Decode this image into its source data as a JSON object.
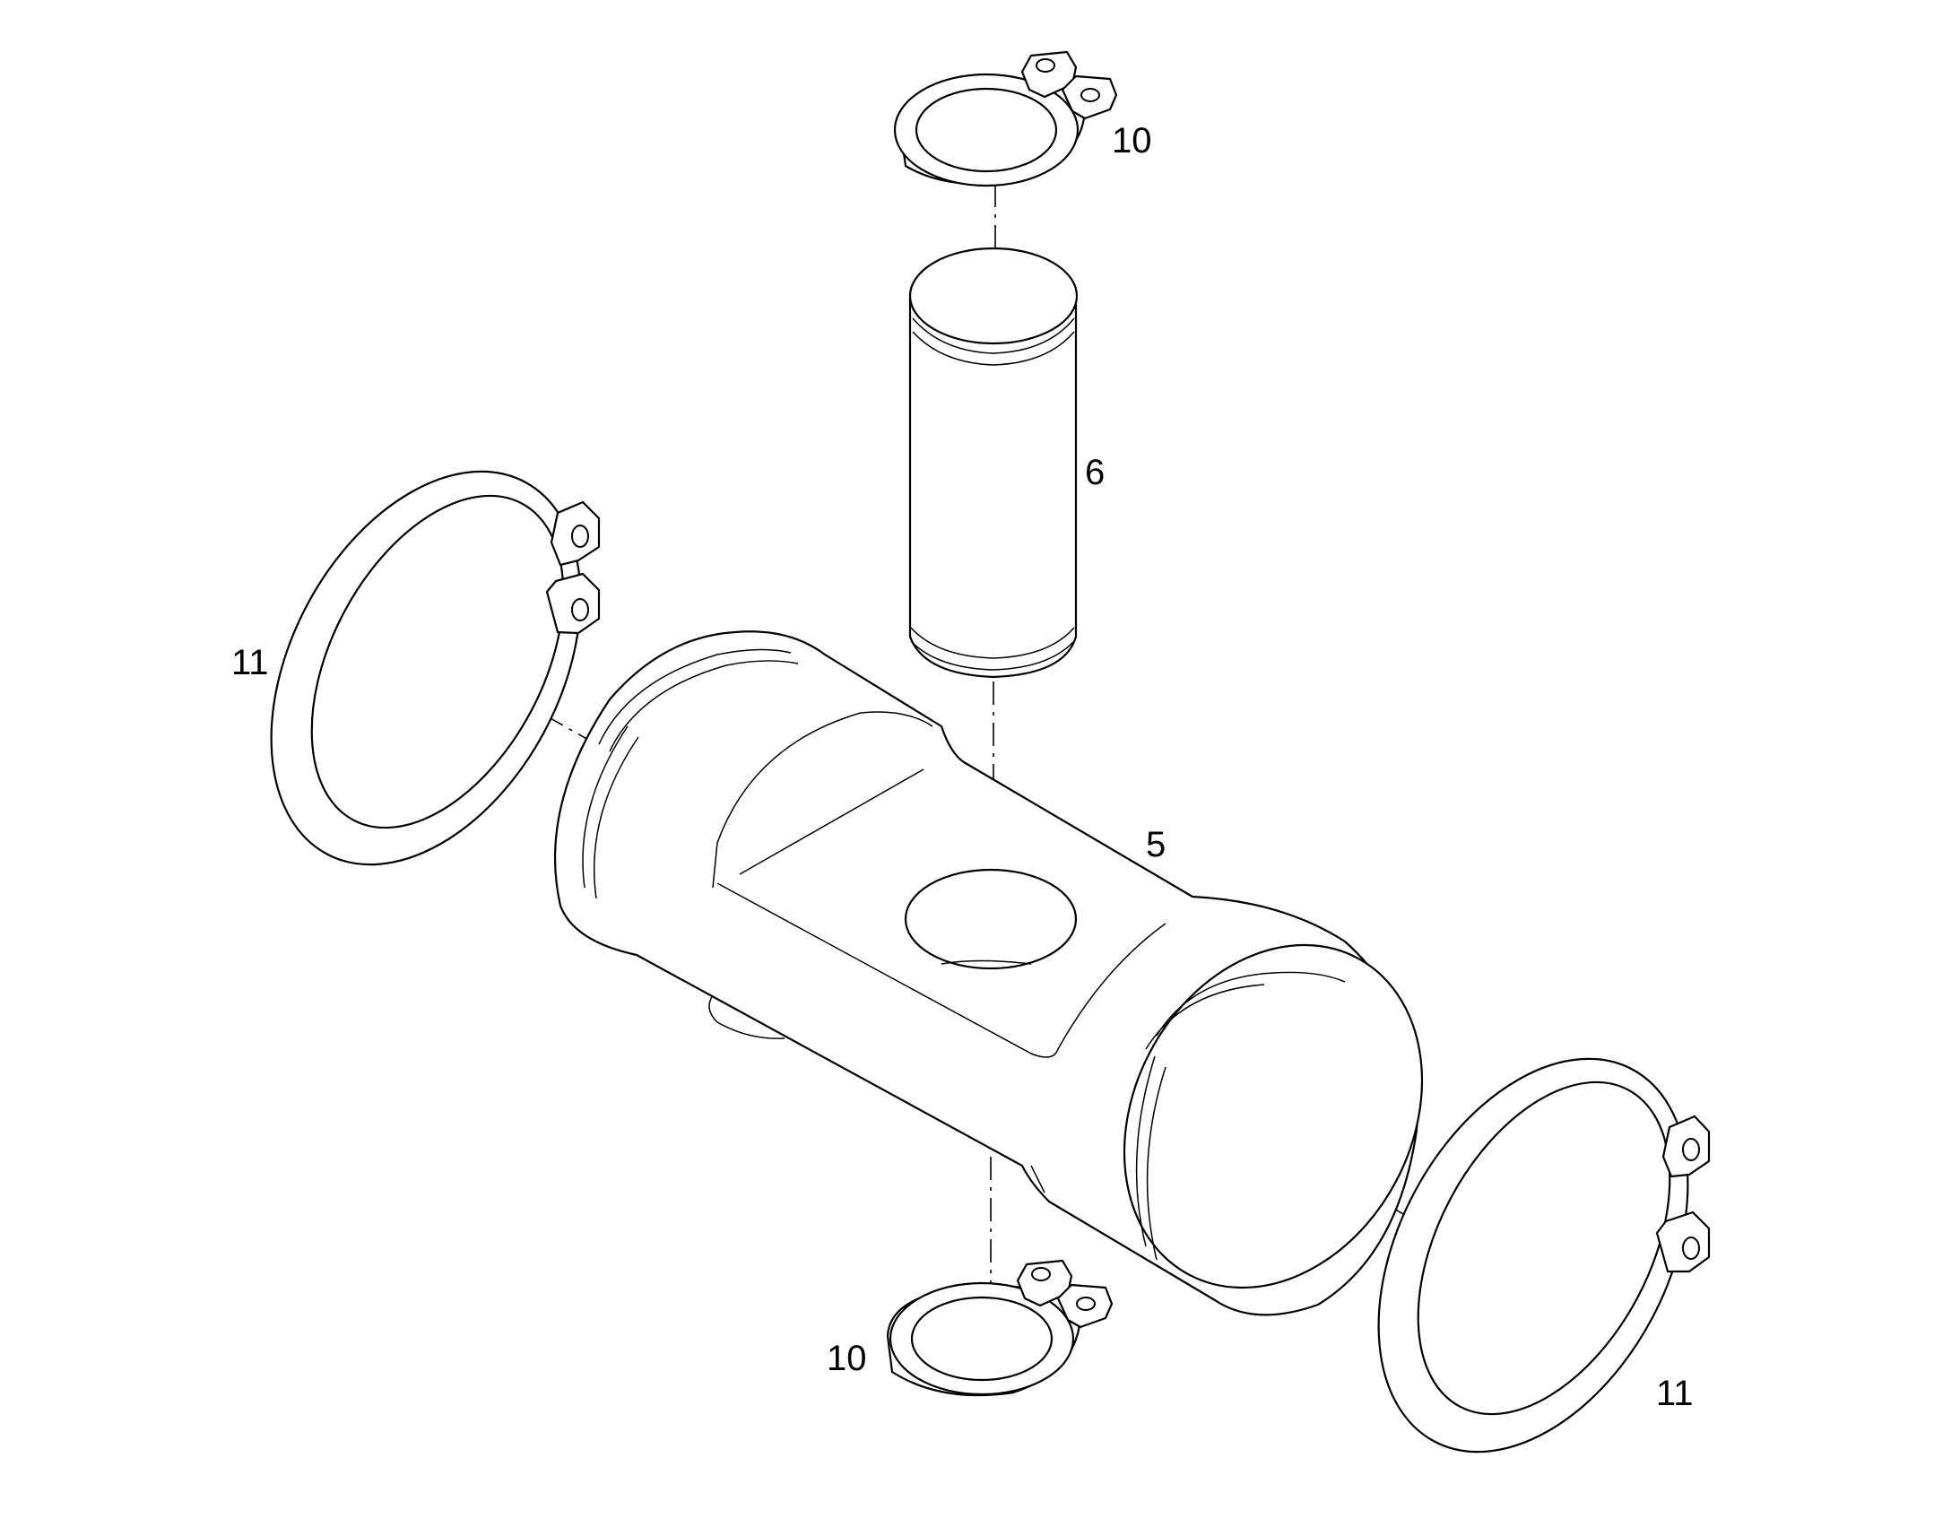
{
  "callouts": {
    "ring_top": "10",
    "pin": "6",
    "body": "5",
    "ring_left": "11",
    "ring_bottom": "10",
    "ring_right": "11"
  },
  "colors": {
    "line": "#000000",
    "background": "#ffffff"
  }
}
